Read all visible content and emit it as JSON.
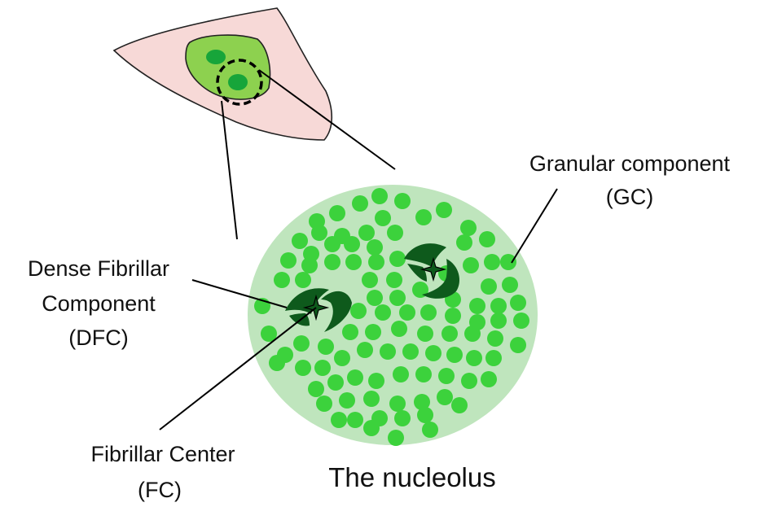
{
  "labels": {
    "gc_line1": "Granular component",
    "gc_line2": "(GC)",
    "dfc_line1": "Dense Fibrillar",
    "dfc_line2": "Component",
    "dfc_line3": "(DFC)",
    "fc_line1": "Fibrillar Center",
    "fc_line2": "(FC)",
    "title": "The nucleolus"
  },
  "colors": {
    "cell_cytoplasm": "#f7d9d7",
    "nucleus": "#8dd14f",
    "nucleolus_in_cell": "#17a53a",
    "nucleolus_bg": "#bfe5bd",
    "granule": "#3cd23c",
    "dfc": "#0e5a1c",
    "outline": "#000000"
  }
}
